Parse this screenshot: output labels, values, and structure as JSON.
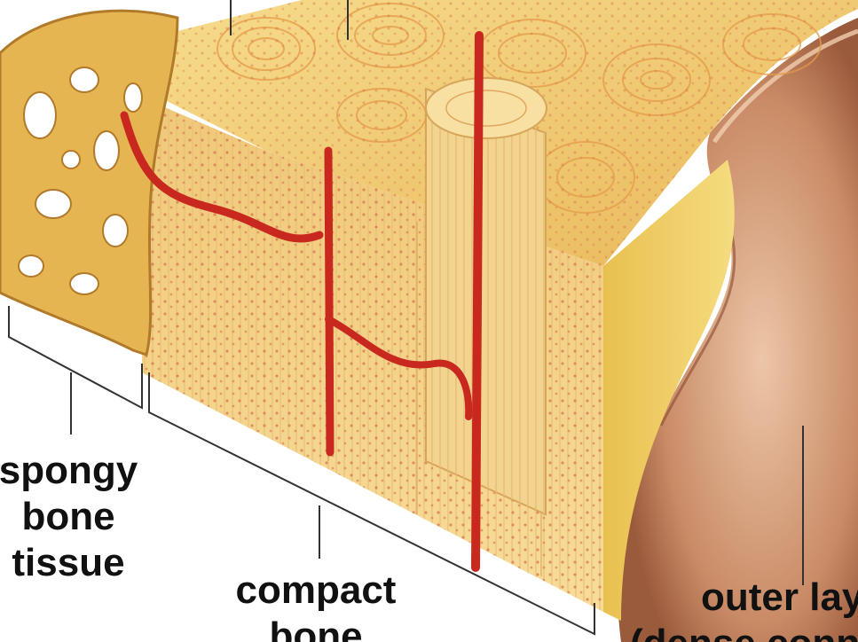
{
  "labels": {
    "spongy": [
      "spongy",
      "bone",
      "tissue"
    ],
    "compact": [
      "compact",
      "bone"
    ],
    "outer": [
      "outer lay",
      "(dense conn"
    ]
  },
  "colors": {
    "bone_light": "#f3d27a",
    "bone_mid": "#e8b85a",
    "bone_dark": "#c8913a",
    "vessel": "#c8281e",
    "membrane": "#d9a27c",
    "membrane_dark": "#b07050"
  }
}
